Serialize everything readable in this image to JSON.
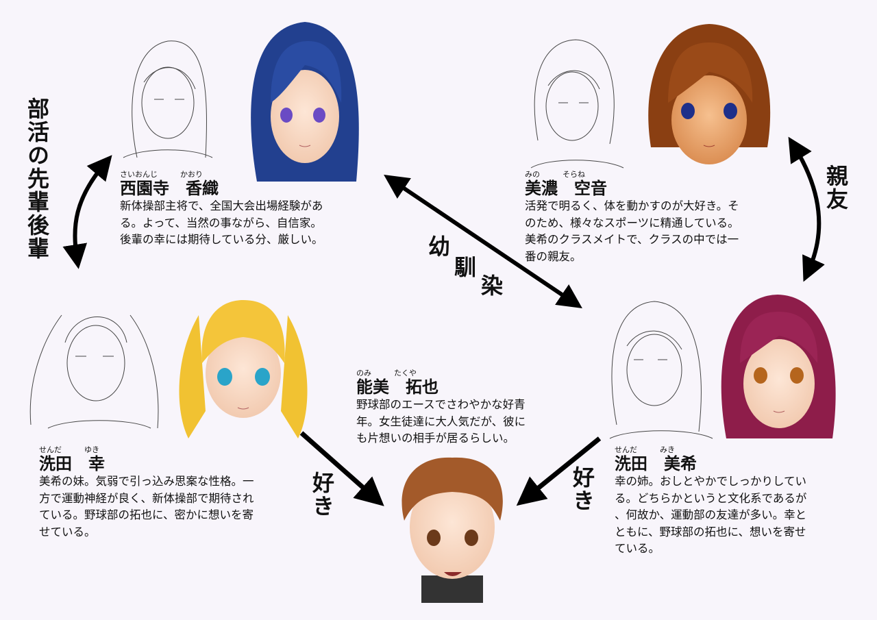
{
  "colors": {
    "background": "#f8f5fb",
    "arrow": "#000000",
    "hair_kaori": "#1f3a8a",
    "hair_sorane": "#8a3f12",
    "hair_yuki": "#f1c232",
    "hair_miki": "#8e1d4a",
    "hair_takuya": "#a35a2a"
  },
  "characters": {
    "kaori": {
      "furigana_family": "さいおんじ",
      "furigana_given": "かおり",
      "name": "西園寺　香織",
      "desc": [
        "新体操部主将で、全国大会出場経験があ",
        "る。よって、当然の事ながら、自信家。",
        "後輩の幸には期待している分、厳しい。"
      ]
    },
    "sorane": {
      "furigana_family": "みの",
      "furigana_given": "そらね",
      "name": "美濃　空音",
      "desc": [
        "活発で明るく、体を動かすのが大好き。そ",
        "のため、様々なスポーツに精通している。",
        "美希のクラスメイトで、クラスの中では一",
        "番の親友。"
      ]
    },
    "yuki": {
      "furigana_family": "せんだ",
      "furigana_given": "ゆき",
      "name": "洗田　幸",
      "desc": [
        "美希の妹。気弱で引っ込み思案な性格。一",
        "方で運動神経が良く、新体操部で期待され",
        "ている。野球部の拓也に、密かに想いを寄",
        "せている。"
      ]
    },
    "miki": {
      "furigana_family": "せんだ",
      "furigana_given": "みき",
      "name": "洗田　美希",
      "desc": [
        "幸の姉。おしとやかでしっかりしてい",
        "る。どちらかというと文化系であるが",
        "、何故か、運動部の友達が多い。幸と",
        "ともに、野球部の拓也に、想いを寄せ",
        "ている。"
      ]
    },
    "takuya": {
      "furigana_family": "のみ",
      "furigana_given": "たくや",
      "name": "能美　拓也",
      "desc": [
        "野球部のエースでさわやかな好青",
        "年。女生徒達に大人気だが、彼に",
        "も片想いの相手が居るらしい。"
      ]
    }
  },
  "relations": {
    "senpai_kohai": "部活の先輩後輩",
    "osananajimi": [
      "幼",
      "馴",
      "染"
    ],
    "shinyu": "親友",
    "suki_yuki": "好き",
    "suki_miki": "好き"
  }
}
